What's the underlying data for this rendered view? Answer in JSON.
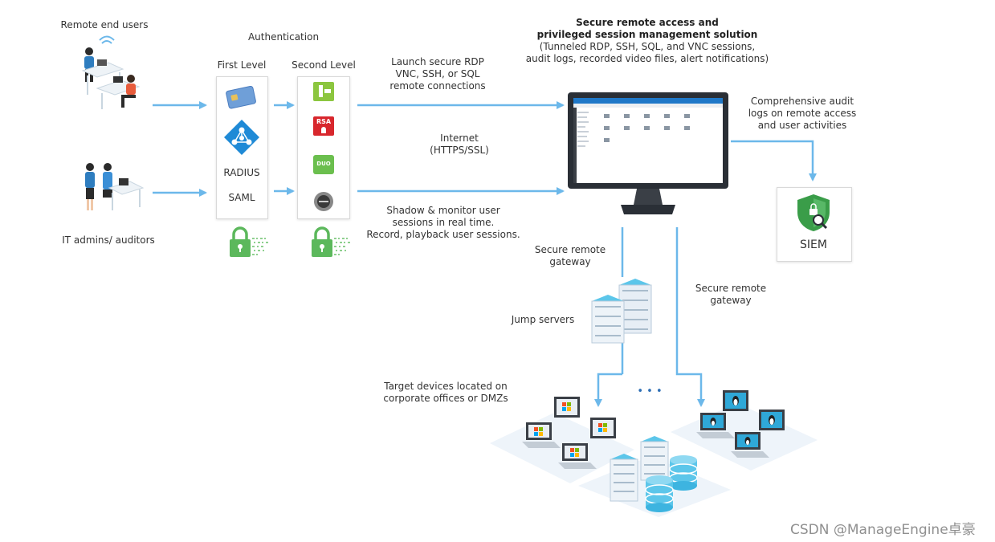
{
  "users": {
    "remote_label": "Remote end users",
    "admins_label": "IT admins/ auditors"
  },
  "auth": {
    "title": "Authentication",
    "first_level": "First Level",
    "second_level": "Second Level",
    "radius": "RADIUS",
    "saml": "SAML",
    "rsa": "RSA",
    "duo": "DUO"
  },
  "connections": {
    "launch": [
      "Launch secure RDP",
      "VNC, SSH, or SQL",
      "remote connections"
    ],
    "internet": [
      "Internet",
      "(HTTPS/SSL)"
    ],
    "shadow": [
      "Shadow & monitor user",
      "sessions in real time.",
      "Record, playback user sessions."
    ]
  },
  "solution": {
    "title_line1": "Secure remote access and",
    "title_line2": "privileged session management solution",
    "detail_line1": "(Tunneled RDP, SSH, SQL, and VNC sessions,",
    "detail_line2": "audit logs, recorded video files, alert notifications)"
  },
  "audit": [
    "Comprehensive audit",
    "logs on remote access",
    "and user activities"
  ],
  "siem": "SIEM",
  "gateway_left": [
    "Secure remote",
    "gateway"
  ],
  "gateway_right": [
    "Secure remote",
    "gateway"
  ],
  "jump_servers": "Jump servers",
  "targets": [
    "Target devices located on",
    "corporate offices or DMZs"
  ],
  "ellipsis": "• • •",
  "watermark": "CSDN @ManageEngine卓豪",
  "colors": {
    "arrow": "#6cb8ea",
    "lock": "#5cb85c",
    "siem_shield": "#3a9d49",
    "server": "#5cc6ea"
  }
}
